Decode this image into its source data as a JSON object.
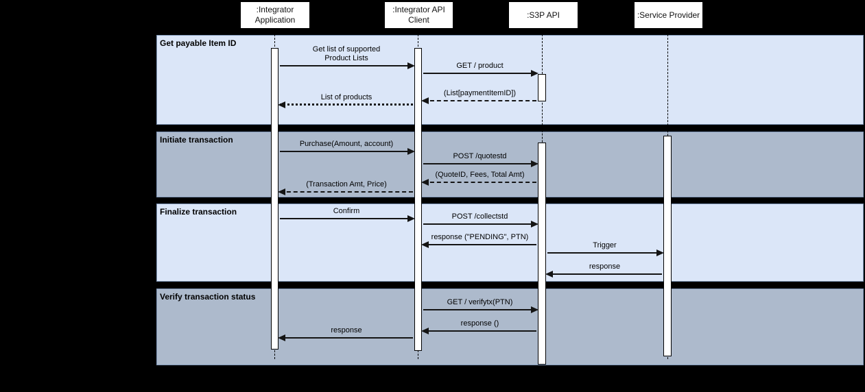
{
  "diagram_type": "uml-sequence-diagram",
  "colors": {
    "background": "#000000",
    "band_light": "#dbe6f8",
    "band_dark": "#adbacc",
    "band_border": "#7e96b7",
    "lifeline_box_fill": "#ffffff",
    "arrow": "#141414"
  },
  "participants": [
    {
      "label": ":Integrator\nApplication"
    },
    {
      "label": ":Integrator API\nClient"
    },
    {
      "label": ":S3P API"
    },
    {
      "label": ":Service Provider"
    }
  ],
  "sections": [
    {
      "label": "Get payable Item ID",
      "messages": [
        {
          "label": "Get list of supported\nProduct Lists",
          "from": ":Integrator Application",
          "to": ":Integrator API Client",
          "style": "solid"
        },
        {
          "label": "GET / product",
          "from": ":Integrator API Client",
          "to": ":S3P API",
          "style": "solid"
        },
        {
          "label": "(List[paymentItemID])",
          "from": ":S3P API",
          "to": ":Integrator API Client",
          "style": "dashed"
        },
        {
          "label": "List of products",
          "from": ":Integrator API Client",
          "to": ":Integrator Application",
          "style": "dotted"
        }
      ]
    },
    {
      "label": "Initiate transaction",
      "messages": [
        {
          "label": "Purchase(Amount, account)",
          "from": ":Integrator Application",
          "to": ":Integrator API Client",
          "style": "solid"
        },
        {
          "label": "POST /quotestd",
          "from": ":Integrator API Client",
          "to": ":S3P API",
          "style": "solid"
        },
        {
          "label": "(QuoteID, Fees, Total Amt)",
          "from": ":S3P API",
          "to": ":Integrator API Client",
          "style": "dashed"
        },
        {
          "label": "(Transaction Amt, Price)",
          "from": ":Integrator API Client",
          "to": ":Integrator Application",
          "style": "dashed"
        }
      ]
    },
    {
      "label": "Finalize transaction",
      "messages": [
        {
          "label": "Confirm",
          "from": ":Integrator Application",
          "to": ":Integrator API Client",
          "style": "solid"
        },
        {
          "label": "POST /collectstd",
          "from": ":Integrator API Client",
          "to": ":S3P API",
          "style": "solid"
        },
        {
          "label": "response (\"PENDING\", PTN)",
          "from": ":S3P API",
          "to": ":Integrator API Client",
          "style": "solid"
        },
        {
          "label": "Trigger",
          "from": ":S3P API",
          "to": ":Service Provider",
          "style": "solid"
        },
        {
          "label": "response",
          "from": ":Service Provider",
          "to": ":S3P API",
          "style": "solid"
        }
      ]
    },
    {
      "label": "Verify transaction status",
      "messages": [
        {
          "label": "GET / verifytx(PTN)",
          "from": ":Integrator API Client",
          "to": ":S3P API",
          "style": "solid"
        },
        {
          "label": "response ()",
          "from": ":S3P API",
          "to": ":Integrator API Client",
          "style": "solid"
        },
        {
          "label": "response",
          "from": ":Integrator API Client",
          "to": ":Integrator Application",
          "style": "solid"
        }
      ]
    }
  ]
}
